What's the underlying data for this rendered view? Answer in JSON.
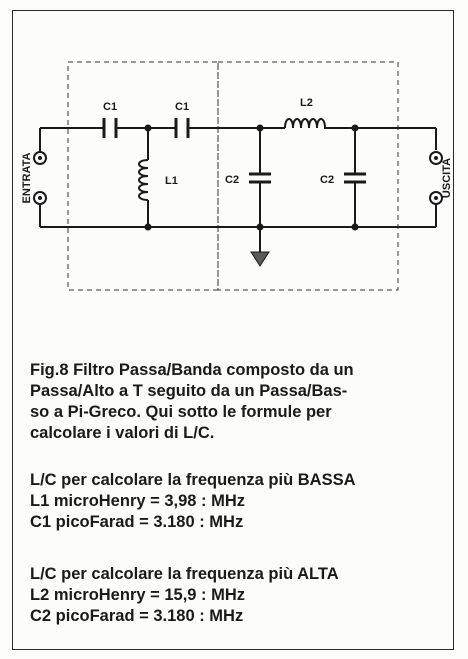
{
  "diagram": {
    "labels": {
      "c1_left": "C1",
      "c1_right": "C1",
      "l1": "L1",
      "l2": "L2",
      "c2_left": "C2",
      "c2_right": "C2",
      "input": "ENTRATA",
      "output": "USCITA"
    }
  },
  "caption": {
    "line1": "Fig.8 Filtro Passa/Banda composto da un",
    "line2": "Passa/Alto a T seguito da un Passa/Bas-",
    "line3": "so a Pi-Greco. Qui sotto le formule per",
    "line4": "calcolare i valori di L/C."
  },
  "low": {
    "heading": "L/C per calcolare la frequenza più BASSA",
    "l1": "L1 microHenry = 3,98 : MHz",
    "c1": "C1 picoFarad = 3.180 : MHz"
  },
  "high": {
    "heading": "L/C per calcolare la frequenza più ALTA",
    "l2": "L2 microHenry = 15,9 : MHz",
    "c2": "C2 picoFarad = 3.180 : MHz"
  }
}
